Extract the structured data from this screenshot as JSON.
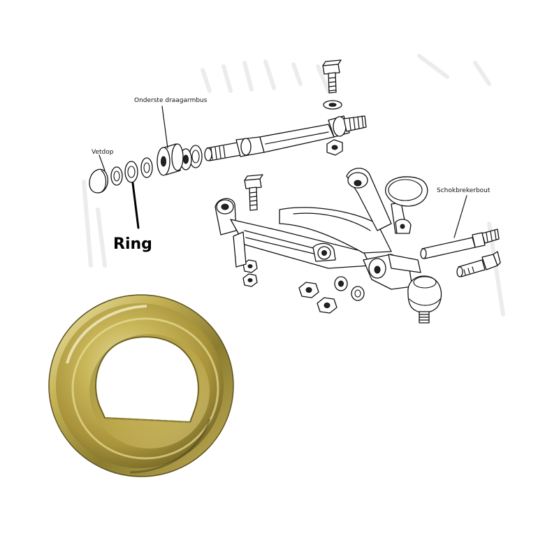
{
  "labels": {
    "bushing": "Onderste draagarmbus",
    "cap": "Vetdop",
    "shock_bolt": "Schokbrekerbout",
    "ring": "Ring"
  },
  "colors": {
    "line_art": "#111111",
    "washer_gold": "#b7a03a",
    "washer_highlight": "#d9ce7a",
    "washer_shadow": "#6f6420",
    "background": "#ffffff"
  },
  "icons": {
    "product_photo": "dished-washer-with-flat-hole"
  }
}
